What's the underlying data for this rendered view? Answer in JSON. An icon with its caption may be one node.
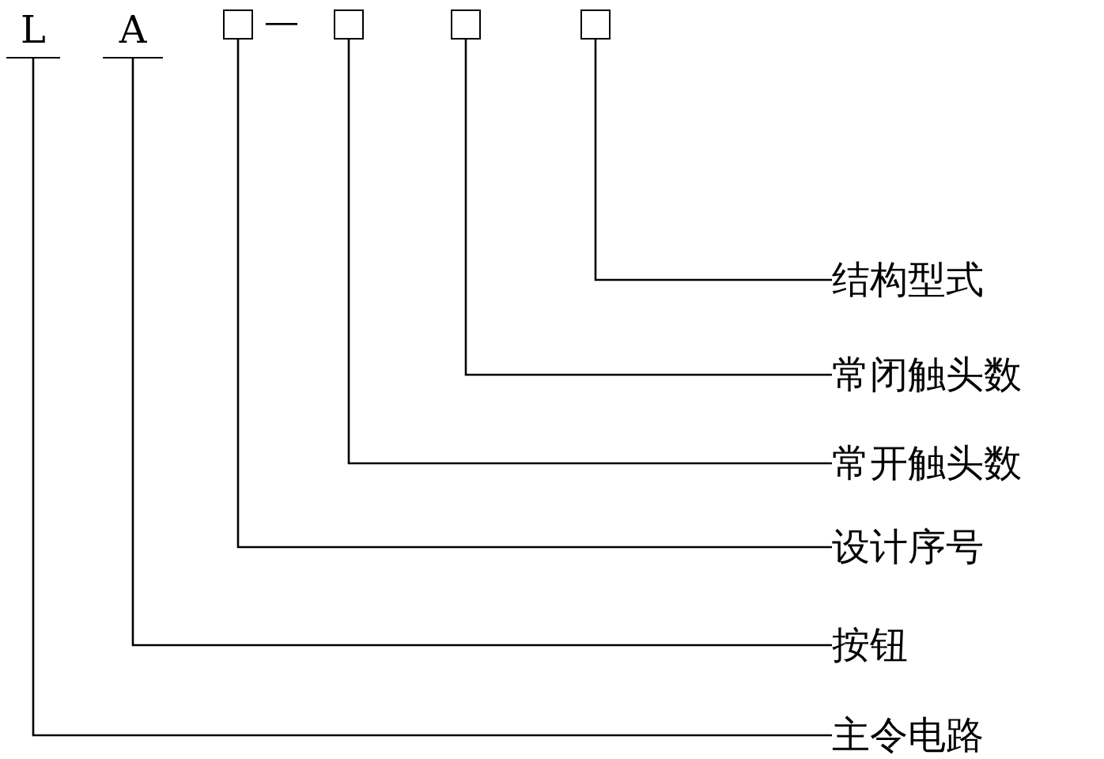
{
  "diagram": {
    "nodes": [
      {
        "text": [
          "L"
        ]
      },
      {
        "text": [
          "A"
        ]
      },
      {
        "text": [],
        "shape": "box"
      },
      {
        "text": [],
        "shape": "box"
      },
      {
        "text": [],
        "shape": "box"
      },
      {
        "text": [],
        "shape": "box"
      },
      {
        "text": [
          "结构型式"
        ]
      },
      {
        "text": [
          "常闭触头数"
        ]
      },
      {
        "text": [
          "常开触头数"
        ]
      },
      {
        "text": [
          "设计序号"
        ]
      },
      {
        "text": [
          "按钮"
        ]
      },
      {
        "text": [
          "主令电路"
        ]
      }
    ],
    "edges": [
      {
        "from": 5,
        "to": 6,
        "arrow": "none"
      },
      {
        "from": 4,
        "to": 7,
        "arrow": "none"
      },
      {
        "from": 3,
        "to": 8,
        "arrow": "none"
      },
      {
        "from": 2,
        "to": 9,
        "arrow": "none"
      },
      {
        "from": 1,
        "to": 10,
        "arrow": "none"
      },
      {
        "from": 0,
        "to": 11,
        "arrow": "none"
      }
    ],
    "labels": [
      "—"
    ]
  }
}
